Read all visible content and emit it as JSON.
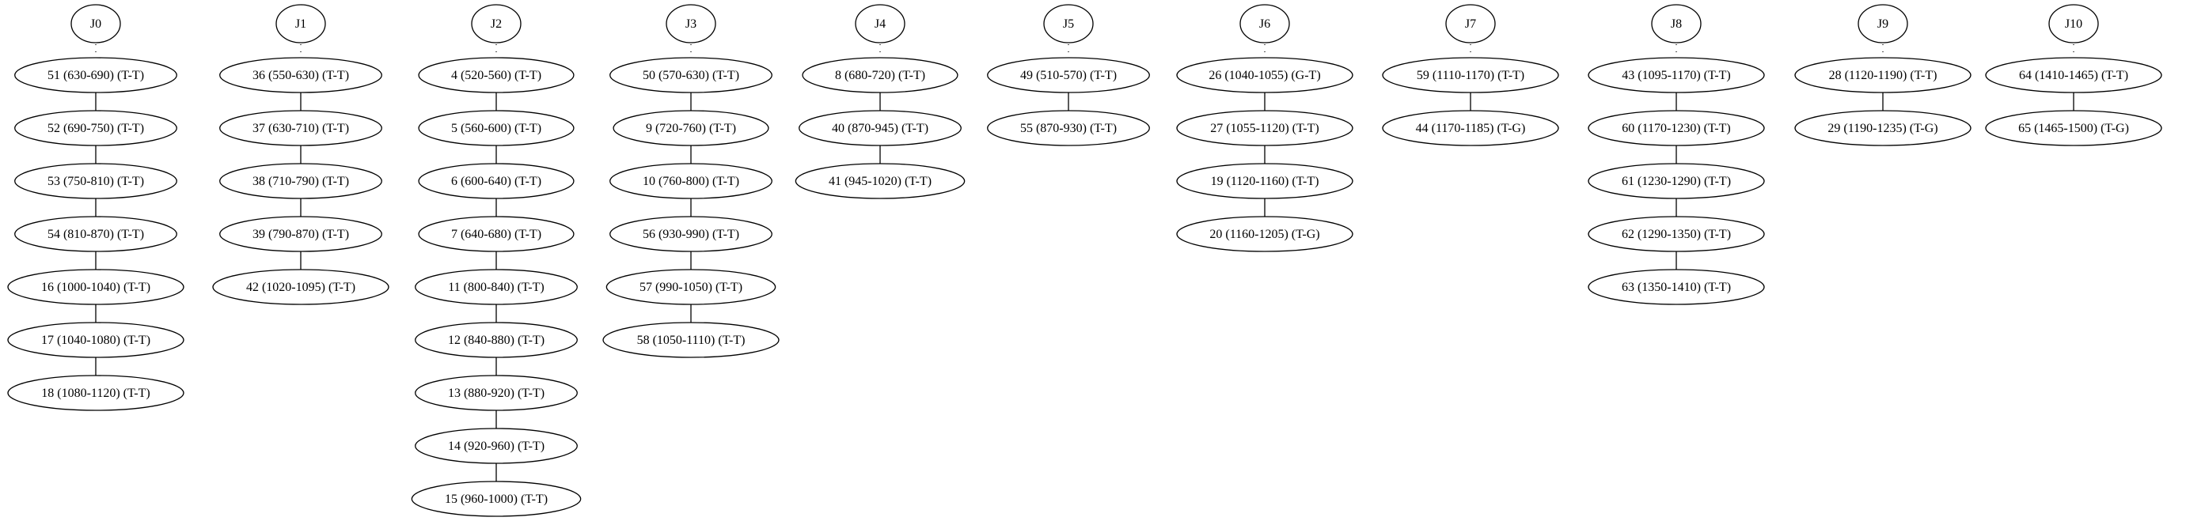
{
  "jobs": [
    {
      "label": "J0",
      "tasks": [
        "51 (630-690) (T-T)",
        "52 (690-750) (T-T)",
        "53 (750-810) (T-T)",
        "54 (810-870) (T-T)",
        "16 (1000-1040) (T-T)",
        "17 (1040-1080) (T-T)",
        "18 (1080-1120) (T-T)"
      ]
    },
    {
      "label": "J1",
      "tasks": [
        "36 (550-630) (T-T)",
        "37 (630-710) (T-T)",
        "38 (710-790) (T-T)",
        "39 (790-870) (T-T)",
        "42 (1020-1095) (T-T)"
      ]
    },
    {
      "label": "J2",
      "tasks": [
        "4 (520-560) (T-T)",
        "5 (560-600) (T-T)",
        "6 (600-640) (T-T)",
        "7 (640-680) (T-T)",
        "11 (800-840) (T-T)",
        "12 (840-880) (T-T)",
        "13 (880-920) (T-T)",
        "14 (920-960) (T-T)",
        "15 (960-1000) (T-T)"
      ]
    },
    {
      "label": "J3",
      "tasks": [
        "50 (570-630) (T-T)",
        "9 (720-760) (T-T)",
        "10 (760-800) (T-T)",
        "56 (930-990) (T-T)",
        "57 (990-1050) (T-T)",
        "58 (1050-1110) (T-T)"
      ]
    },
    {
      "label": "J4",
      "tasks": [
        "8 (680-720) (T-T)",
        "40 (870-945) (T-T)",
        "41 (945-1020) (T-T)"
      ]
    },
    {
      "label": "J5",
      "tasks": [
        "49 (510-570) (T-T)",
        "55 (870-930) (T-T)"
      ]
    },
    {
      "label": "J6",
      "tasks": [
        "26 (1040-1055) (G-T)",
        "27 (1055-1120) (T-T)",
        "19 (1120-1160) (T-T)",
        "20 (1160-1205) (T-G)"
      ]
    },
    {
      "label": "J7",
      "tasks": [
        "59 (1110-1170) (T-T)",
        "44 (1170-1185) (T-G)"
      ]
    },
    {
      "label": "J8",
      "tasks": [
        "43 (1095-1170) (T-T)",
        "60 (1170-1230) (T-T)",
        "61 (1230-1290) (T-T)",
        "62 (1290-1350) (T-T)",
        "63 (1350-1410) (T-T)"
      ]
    },
    {
      "label": "J9",
      "tasks": [
        "28 (1120-1190) (T-T)",
        "29 (1190-1235) (T-G)"
      ]
    },
    {
      "label": "J10",
      "tasks": [
        "64 (1410-1465) (T-T)",
        "65 (1465-1500) (T-G)"
      ]
    }
  ]
}
